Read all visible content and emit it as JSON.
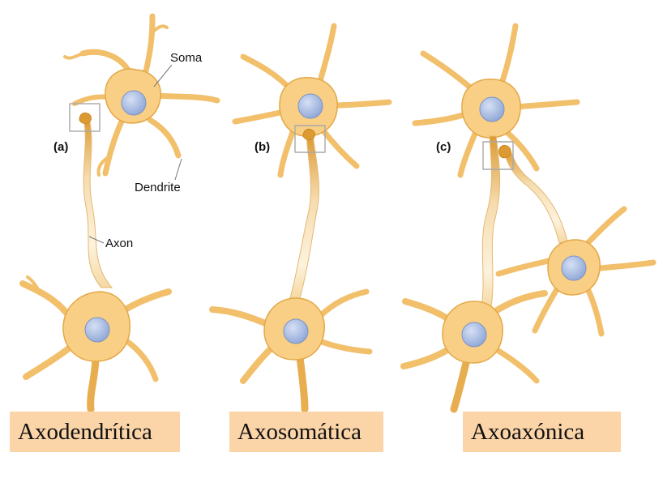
{
  "labels": {
    "soma": "Soma",
    "dendrite": "Dendrite",
    "axon": "Axon"
  },
  "panels": [
    {
      "letter": "(a)",
      "caption": "Axodendrítica"
    },
    {
      "letter": "(b)",
      "caption": "Axosomática"
    },
    {
      "letter": "(c)",
      "caption": "Axoaxónica"
    }
  ],
  "colors": {
    "soma_fill": "#f9cf86",
    "soma_edge": "#e3a847",
    "axon_dark": "#dc9a33",
    "nucleus": "#99b0dc",
    "caption_bg": "#fbd4a8"
  }
}
